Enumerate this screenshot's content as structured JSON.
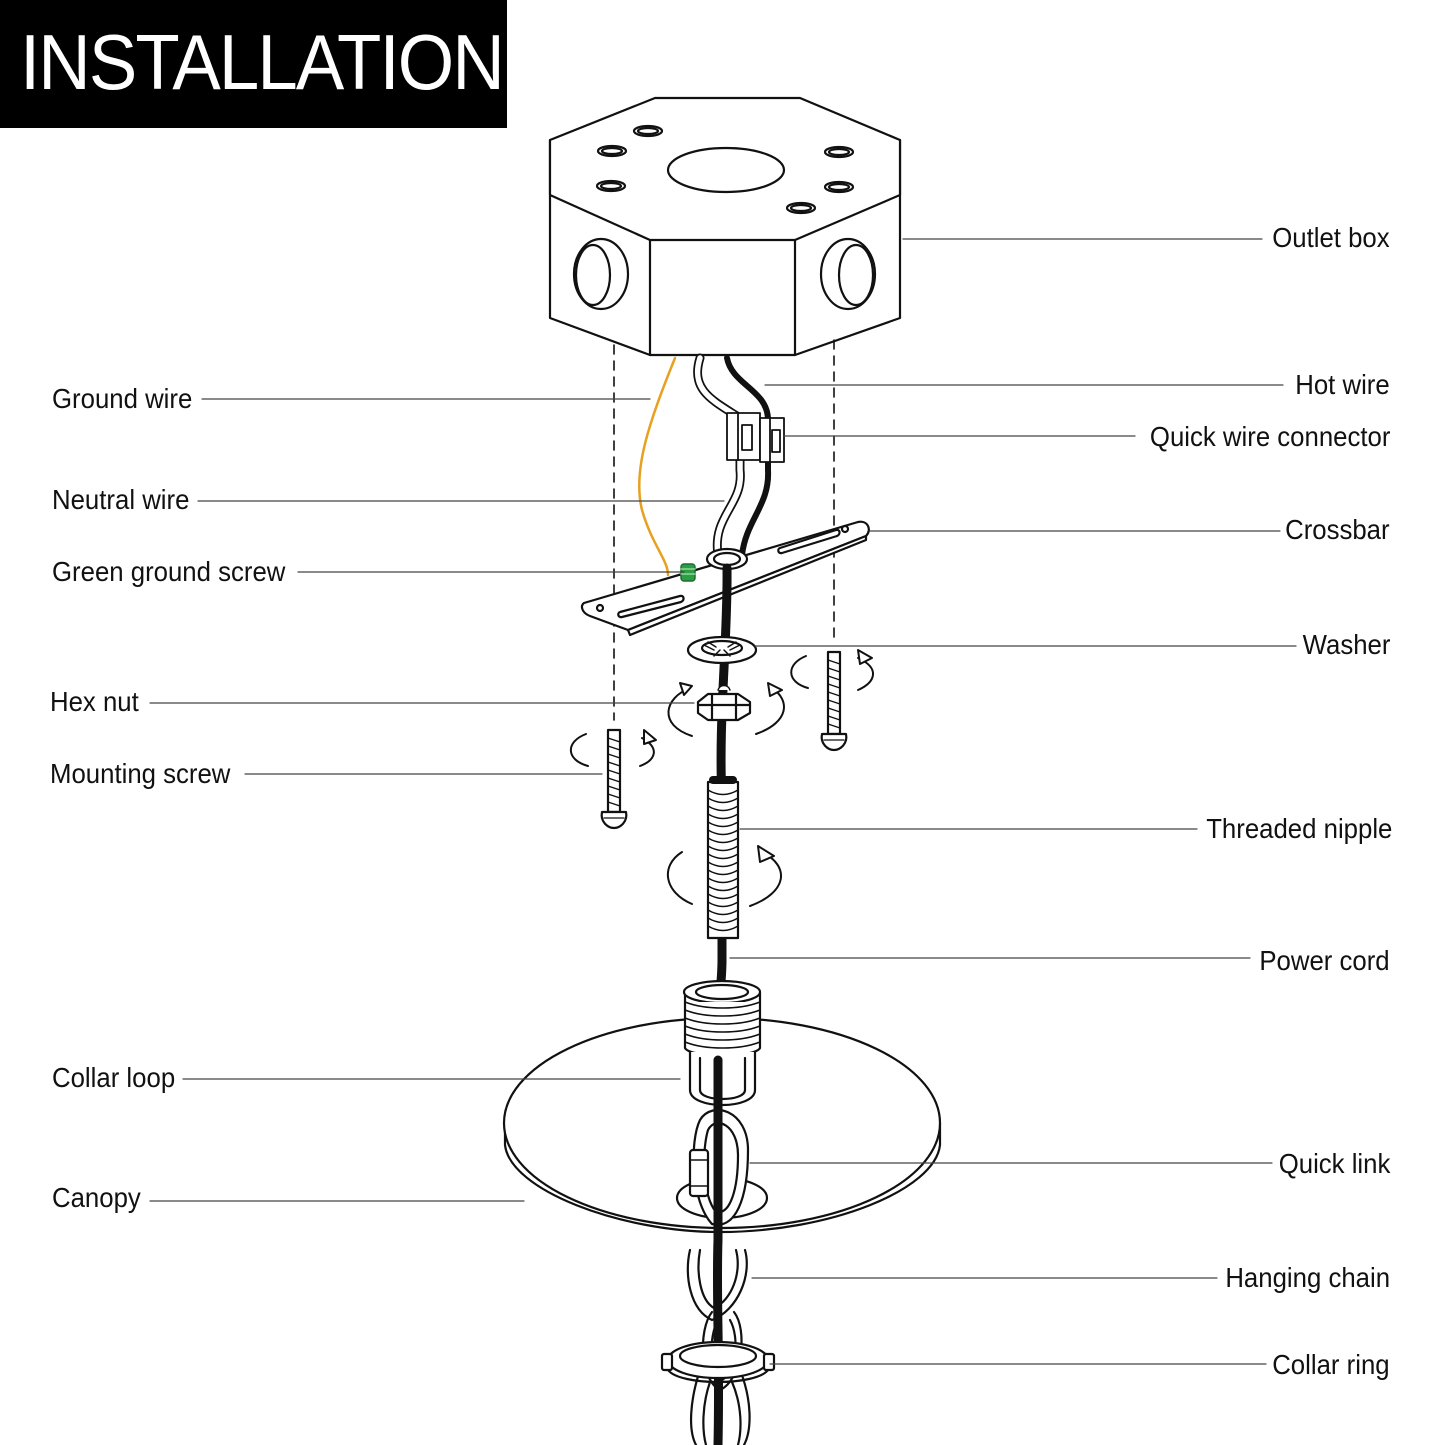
{
  "banner": {
    "title": "INSTALLATION"
  },
  "labels": {
    "ground_wire": "Ground wire",
    "neutral_wire": "Neutral wire",
    "green_ground_screw": "Green ground screw",
    "hex_nut": "Hex nut",
    "mounting_screw": "Mounting screw",
    "collar_loop": "Collar loop",
    "canopy": "Canopy",
    "outlet_box": "Outlet box",
    "hot_wire": "Hot wire",
    "quick_wire_connector": "Quick wire connector",
    "crossbar": "Crossbar",
    "washer": "Washer",
    "threaded_nipple": "Threaded nipple",
    "power_cord": "Power cord",
    "quick_link": "Quick link",
    "hanging_chain": "Hanging chain",
    "collar_ring": "Collar ring"
  },
  "colors": {
    "banner_bg": "#000000",
    "banner_text": "#ffffff",
    "line": "#111111",
    "ground_wire": "#e8a020",
    "ground_screw": "#2e9e45",
    "neutral_wire": "#ffffff"
  }
}
